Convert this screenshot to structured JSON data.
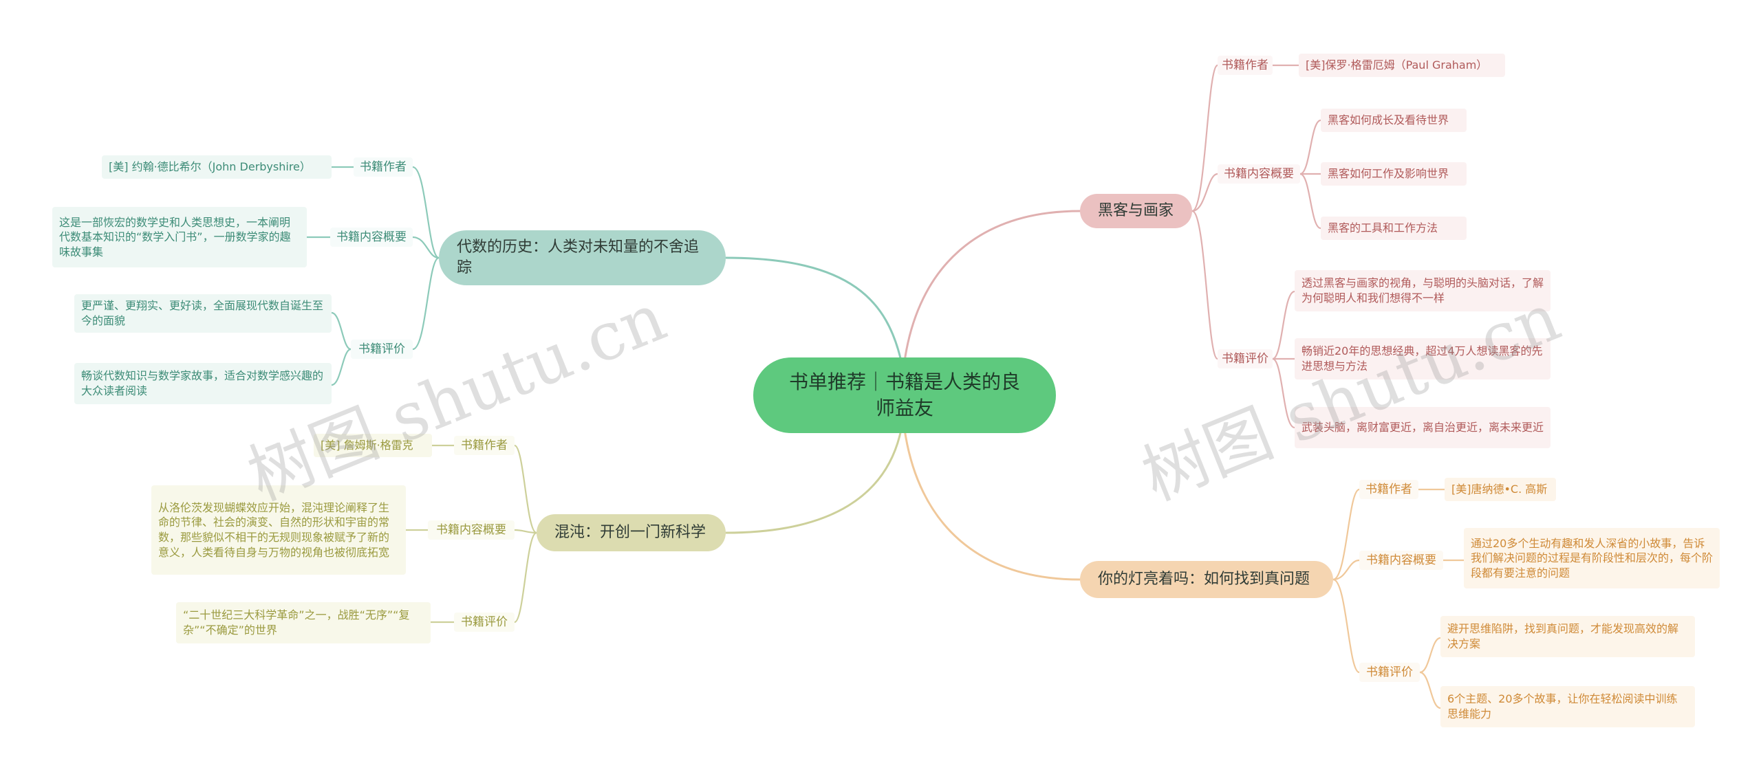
{
  "root": {
    "title": "书单推荐｜书籍是人类的良师益友"
  },
  "watermark": "树图 shutu.cn",
  "colors": {
    "root": "#5ec97e",
    "green": "#8ccab9",
    "olive": "#cdd09a",
    "red": "#e0b0b0",
    "orange": "#f0c89a"
  },
  "branches": {
    "algebra": {
      "title": "代数的历史：人类对未知量的不舍追踪",
      "author_label": "书籍作者",
      "author": "[美] 约翰·德比希尔（John Derbyshire）",
      "summary_label": "书籍内容概要",
      "summary": "这是一部恢宏的数学史和人类思想史，一本阐明代数基本知识的“数学入门书”，一册数学家的趣味故事集",
      "review_label": "书籍评价",
      "reviews": [
        "更严谨、更翔实、更好读，全面展现代数自诞生至今的面貌",
        "畅谈代数知识与数学家故事，适合对数学感兴趣的大众读者阅读"
      ]
    },
    "chaos": {
      "title": "混沌：开创一门新科学",
      "author_label": "书籍作者",
      "author": "[美]  詹姆斯·格雷克",
      "summary_label": "书籍内容概要",
      "summary": "从洛伦茨发现蝴蝶效应开始，混沌理论阐释了生命的节律、社会的演变、自然的形状和宇宙的常数，那些貌似不相干的无规则现象被赋予了新的意义，人类看待自身与万物的视角也被彻底拓宽",
      "review_label": "书籍评价",
      "review": "“二十世纪三大科学革命”之一，战胜“无序”“复杂”“不确定”的世界"
    },
    "hackers": {
      "title": "黑客与画家",
      "author_label": "书籍作者",
      "author": "[美]保罗·格雷厄姆（Paul Graham）",
      "summary_label": "书籍内容概要",
      "summary_items": [
        "黑客如何成长及看待世界",
        "黑客如何工作及影响世界",
        "黑客的工具和工作方法"
      ],
      "review_label": "书籍评价",
      "reviews": [
        "透过黑客与画家的视角，与聪明的头脑对话，了解为何聪明人和我们想得不一样",
        "畅销近20年的思想经典，超过4万人想读黑客的先进思想与方法",
        " 武装头脑，离财富更近，离自治更近，离未来更近"
      ]
    },
    "light": {
      "title": "你的灯亮着吗：如何找到真问题",
      "author_label": "书籍作者",
      "author": "[美]唐纳德•C. 高斯",
      "summary_label": "书籍内容概要",
      "summary": "通过20多个生动有趣和发人深省的小故事，告诉我们解决问题的过程是有阶段性和层次的，每个阶段都有要注意的问题",
      "review_label": "书籍评价",
      "reviews": [
        "避开思维陷阱，找到真问题，才能发现高效的解决方案",
        "6个主题、20多个故事，让你在轻松阅读中训练思维能力"
      ]
    }
  }
}
